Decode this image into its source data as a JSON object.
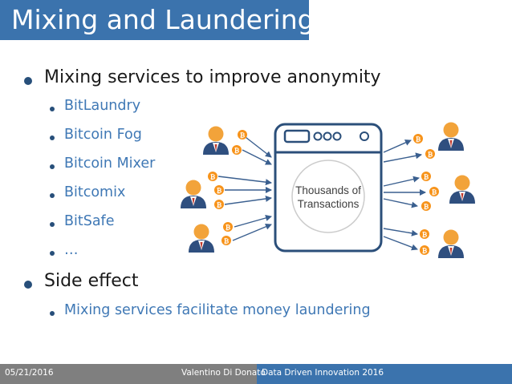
{
  "slide": {
    "title": "Mixing and Laundering",
    "bullets": [
      {
        "text": "Mixing services to improve anonymity",
        "level": 1
      },
      {
        "text": "BitLaundry",
        "level": 2
      },
      {
        "text": "Bitcoin Fog",
        "level": 2
      },
      {
        "text": "Bitcoin Mixer",
        "level": 2
      },
      {
        "text": "Bitcomix",
        "level": 2
      },
      {
        "text": "BitSafe",
        "level": 2
      },
      {
        "text": "…",
        "level": 2
      },
      {
        "text": "Side effect",
        "level": 1
      },
      {
        "text": "Mixing services facilitate money laundering",
        "level": 2
      }
    ]
  },
  "diagram": {
    "machine_label_line1": "Thousands of",
    "machine_label_line2": "Transactions",
    "coin_symbol": "₿",
    "coin_color": "#f7931a",
    "person_color": "#f2a33a",
    "suit_color": "#2f4f7f",
    "arrow_color": "#3a5f8f"
  },
  "footer": {
    "date": "05/21/2016",
    "author": "Valentino Di Donato",
    "event": "Data Driven Innovation 2016"
  }
}
